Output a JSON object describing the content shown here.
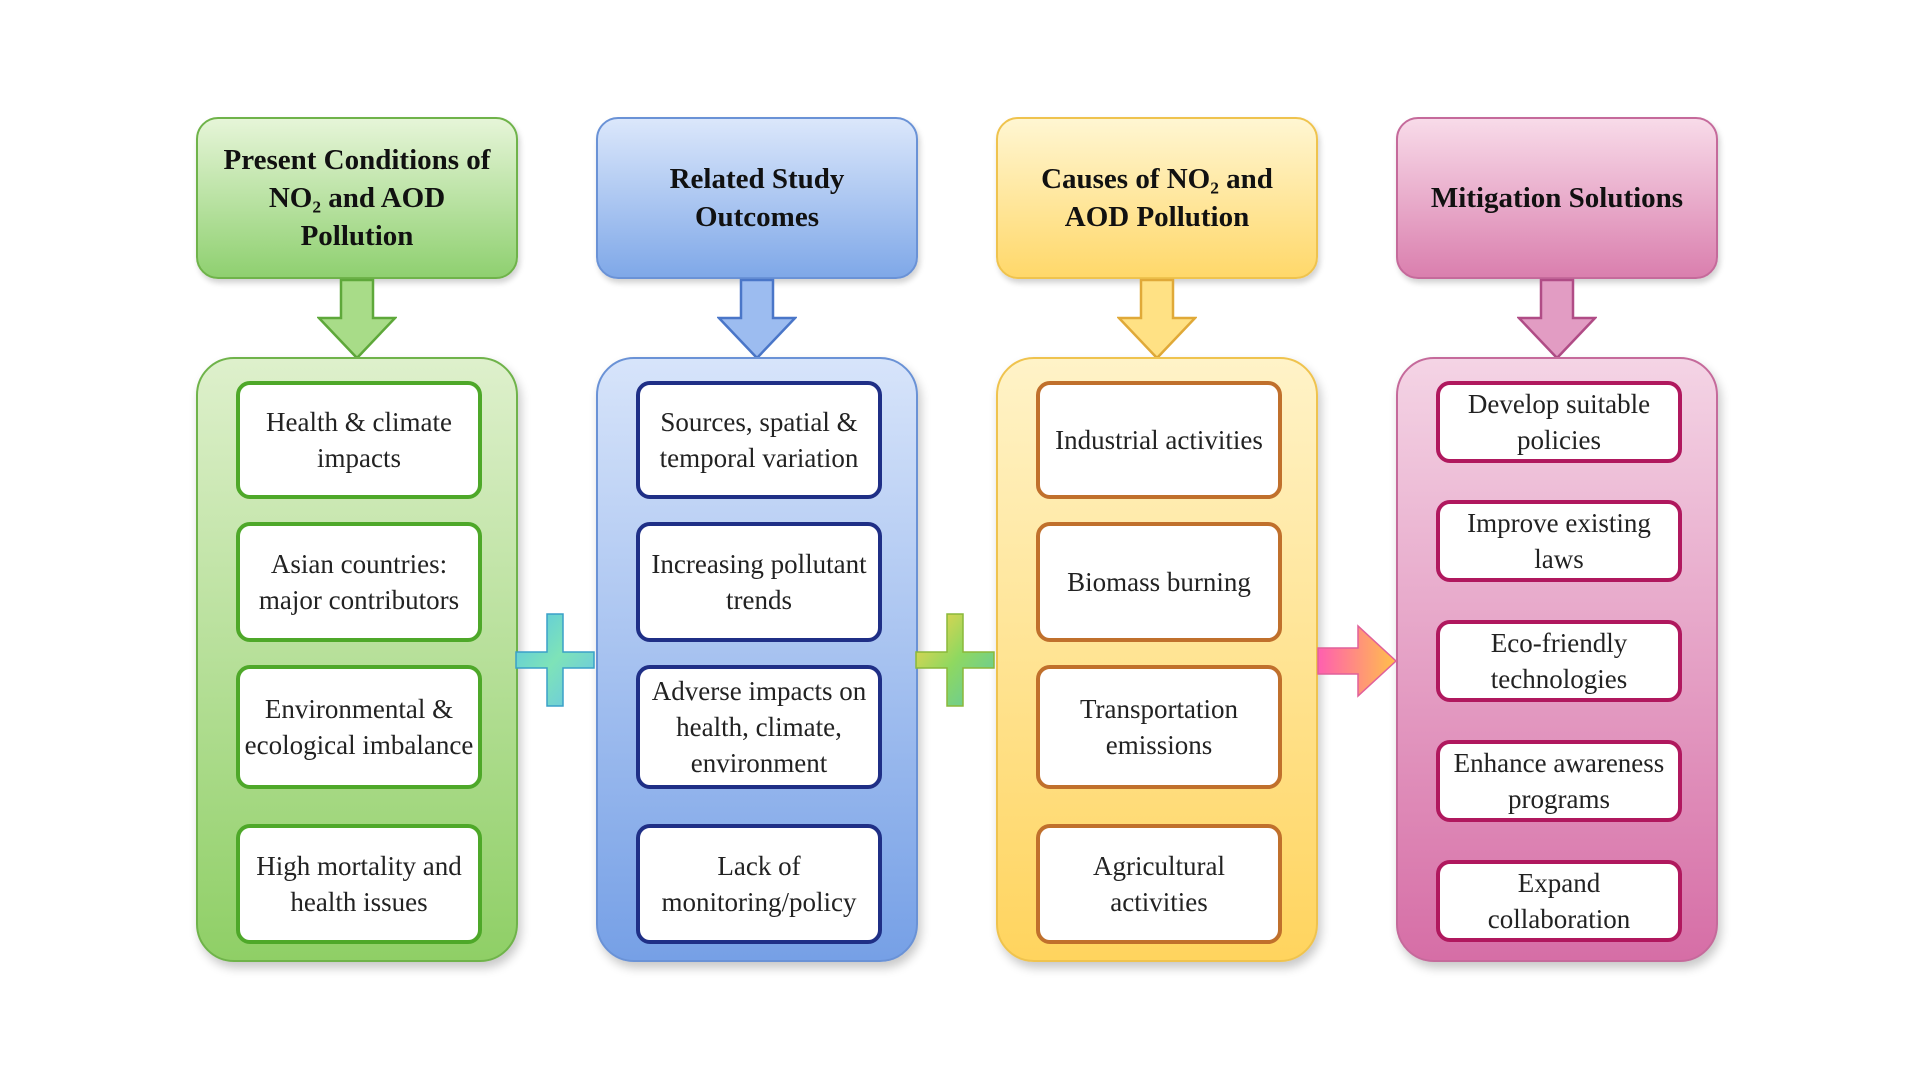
{
  "columns": [
    {
      "id": "present-conditions",
      "header_lines": [
        "Present Conditions of",
        "NO₂ and AOD",
        "Pollution"
      ],
      "colors": {
        "header_top": "#e6f5d8",
        "header_bottom": "#8fd070",
        "border": "#6fb34a",
        "panel_top": "#def0cc",
        "panel_bottom": "#8fcf66",
        "item_border": "#4ea829",
        "arrow_fill": "#a8dc88",
        "arrow_stroke": "#5ea83a"
      },
      "items": [
        "Health & climate impacts",
        "Asian countries: major contributors",
        "Environmental & ecological imbalance",
        "High mortality and health issues"
      ]
    },
    {
      "id": "related-study-outcomes",
      "header_lines": [
        "Related Study",
        "Outcomes"
      ],
      "colors": {
        "header_top": "#dbe7fb",
        "header_bottom": "#7fa8e8",
        "border": "#6a92d6",
        "panel_top": "#d7e4fa",
        "panel_bottom": "#76a0e6",
        "item_border": "#1f2f86",
        "arrow_fill": "#9cbcf0",
        "arrow_stroke": "#4a76c8"
      },
      "items": [
        "Sources, spatial & temporal variation",
        "Increasing pollutant trends",
        "Adverse impacts on health, climate, environment",
        "Lack of monitoring/policy"
      ]
    },
    {
      "id": "causes",
      "header_lines": [
        "Causes of NO₂ and",
        "AOD Pollution"
      ],
      "colors": {
        "header_top": "#fff6d2",
        "header_bottom": "#ffd86a",
        "border": "#efc34e",
        "panel_top": "#fff3c8",
        "panel_bottom": "#ffd45e",
        "item_border": "#c0702c",
        "arrow_fill": "#ffe184",
        "arrow_stroke": "#e0a938"
      },
      "items": [
        "Industrial activities",
        "Biomass burning",
        "Transportation emissions",
        "Agricultural activities"
      ]
    },
    {
      "id": "mitigation",
      "header_lines": [
        "Mitigation Solutions"
      ],
      "colors": {
        "header_top": "#f8dbe9",
        "header_bottom": "#da7fae",
        "border": "#c56a9b",
        "panel_top": "#f4d4e5",
        "panel_bottom": "#d66ea6",
        "item_border": "#b0185e",
        "arrow_fill": "#e29cc3",
        "arrow_stroke": "#b04c86"
      },
      "items": [
        "Develop suitable policies",
        "Improve existing laws",
        "Eco-friendly technologies",
        "Enhance awareness programs",
        "Expand collaboration"
      ]
    }
  ],
  "connectors": [
    {
      "type": "plus",
      "colors": [
        "#58c4e8",
        "#7ee3b8",
        "#66c2ec"
      ]
    },
    {
      "type": "plus",
      "colors": [
        "#ffd24a",
        "#8fd860",
        "#5cc8a8"
      ]
    },
    {
      "type": "arrow",
      "colors": [
        "#ff5fb0",
        "#ffc04a"
      ]
    }
  ]
}
